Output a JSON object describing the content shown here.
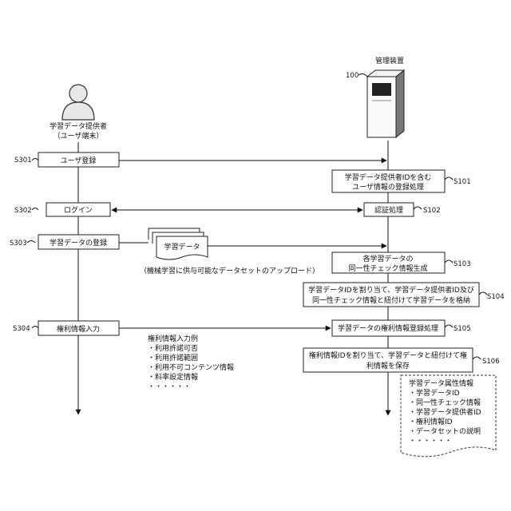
{
  "actors": {
    "user": {
      "line1": "学習データ提供者",
      "line2": "（ユーザ端末）",
      "icon": "person-icon"
    },
    "server": {
      "label": "管理装置",
      "ref": "100",
      "icon": "server-icon"
    }
  },
  "steps": {
    "s301": {
      "code": "S301",
      "label": "ユーザ登録"
    },
    "s101": {
      "code": "S101",
      "line1": "学習データ提供者IDを含む",
      "line2": "ユーザ情報の登録処理"
    },
    "s302": {
      "code": "S302",
      "label": "ログイン"
    },
    "s102": {
      "code": "S102",
      "label": "認証処理"
    },
    "s303": {
      "code": "S303",
      "label": "学習データの登録"
    },
    "s103": {
      "code": "S103",
      "line1": "各学習データの",
      "line2": "同一性チェック情報生成"
    },
    "s104": {
      "code": "S104",
      "line1": "学習データIDを割り当て、学習データ提供者ID及び",
      "line2": "同一性チェック情報と紐付けて学習データを格納"
    },
    "s304": {
      "code": "S304",
      "label": "権利情報入力"
    },
    "s105": {
      "code": "S105",
      "label": "学習データの権利情報登録処理"
    },
    "s106": {
      "code": "S106",
      "line1": "権利情報IDを割り当て、学習データと紐付けて権",
      "line2": "利情報を保存"
    }
  },
  "learning_data_doc": {
    "label": "学習データ",
    "caption": "（機械学習に供与可能なデータセットのアップロード）"
  },
  "rights_example": {
    "title": "権利情報入力例",
    "items": [
      "・利用許諾可否",
      "・利用許諾範囲",
      "・利用不可コンテンツ情報",
      "・料率設定情報",
      "・・・・・・"
    ]
  },
  "attributes_doc": {
    "title": "学習データ属性情報",
    "items": [
      "・学習データID",
      "・同一性チェック情報",
      "・学習データ提供者ID",
      "・権利情報ID",
      "・データセットの説明",
      "・・・・・・"
    ]
  }
}
